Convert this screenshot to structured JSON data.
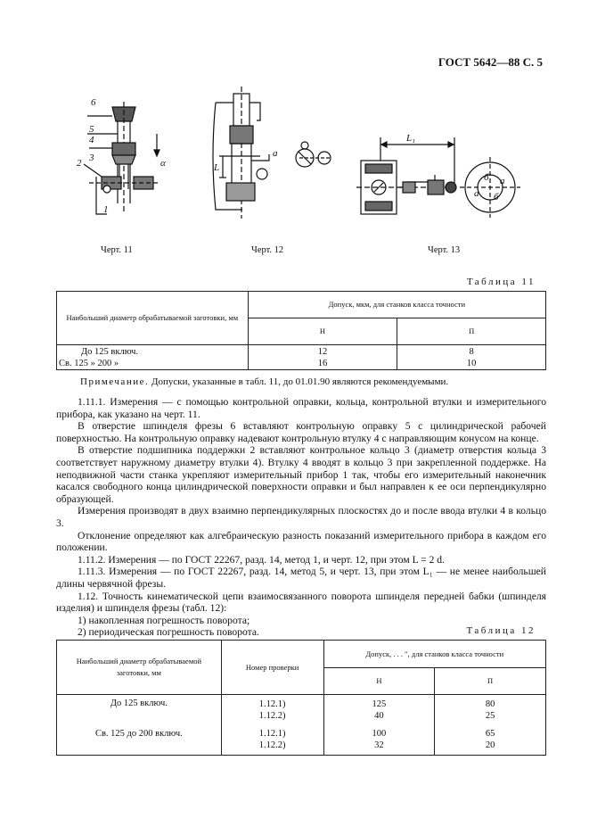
{
  "header": {
    "title": "ГОСТ 5642—88 С. 5"
  },
  "figures": {
    "fig11": {
      "caption": "Черт. 11",
      "labels": [
        "6",
        "5",
        "4",
        "3",
        "2",
        "1",
        "α"
      ]
    },
    "fig12": {
      "caption": "Черт. 12",
      "labels": [
        "L",
        "a"
      ]
    },
    "fig13": {
      "caption": "Черт. 13",
      "labels": [
        "L₁",
        "б",
        "а",
        "а",
        "б"
      ]
    }
  },
  "table11": {
    "title": "Таблица 11",
    "col1_header": "Наибольший диаметр обрабатываемой заготовки, мм",
    "tolerance_header": "Допуск, мкм, для станков класса точности",
    "classes": [
      "Н",
      "П"
    ],
    "rows": [
      {
        "label": "До 125 включ.",
        "n": "12",
        "p": "8"
      },
      {
        "label": "Св. 125 » 200 »",
        "n": "16",
        "p": "10"
      }
    ]
  },
  "note": {
    "label": "Примечание.",
    "text": "Допуски, указанные в табл. 11, до 01.01.90 являются рекомендуемыми."
  },
  "paragraphs": {
    "p1": "1.11.1. Измерения — с помощью контрольной оправки, кольца, контрольной втулки и измерительного прибора, как указано на черт. 11.",
    "p2": "В отверстие шпинделя фрезы 6 вставляют контрольную оправку 5 с цилиндрической рабочей поверхностью. На контрольную оправку надевают контрольную втулку 4 с направляющим конусом на конце.",
    "p3": "В отверстие подшипника поддержки 2 вставляют контрольное кольцо 3 (диаметр отверстия кольца 3 соответствует наружному диаметру втулки 4). Втулку 4 вводят в кольцо 3 при закрепленной поддержке. На неподвижной части станка укрепляют измерительный прибор 1 так, чтобы его измерительный наконечник касался свободного конца цилиндрической поверхности оправки и был направлен к ее оси перпендикулярно образующей.",
    "p4": "Измерения производят в двух взаимно перпендикулярных плоскостях до и после ввода втулки 4 в кольцо 3.",
    "p5": "Отклонение определяют как алгебраическую разность показаний измерительного прибора в каждом его положении.",
    "p6": "1.11.2. Измерения — по ГОСТ 22267, разд. 14, метод 1, и черт. 12, при этом L = 2 d.",
    "p7": "1.11.3. Измерения — по ГОСТ 22267, разд. 14, метод 5, и черт. 13, при этом L₁ — не менее наибольшей длины червячной фрезы.",
    "p8": "1.12. Точность кинематической цепи взаимосвязанного поворота шпинделя передней бабки (шпинделя изделия) и шпинделя фрезы (табл. 12):",
    "p9": "1) накопленная погрешность поворота;",
    "p10": "2) периодическая погрешность поворота."
  },
  "table12": {
    "title": "Таблица 12",
    "col1_header": "Наибольший диаметр обрабатываемой заготовки, мм",
    "col2_header": "Номер проверки",
    "tolerance_header": "Допуск, . . . ″, для станков класса точности",
    "classes": [
      "Н",
      "П"
    ],
    "groups": [
      {
        "label": "До 125 включ.",
        "checks": [
          "1.12.1)",
          "1.12.2)"
        ],
        "n": [
          "125",
          "40"
        ],
        "p": [
          "80",
          "25"
        ]
      },
      {
        "label": "Св. 125 до 200 включ.",
        "checks": [
          "1.12.1)",
          "1.12.2)"
        ],
        "n": [
          "100",
          "32"
        ],
        "p": [
          "65",
          "20"
        ]
      }
    ]
  }
}
